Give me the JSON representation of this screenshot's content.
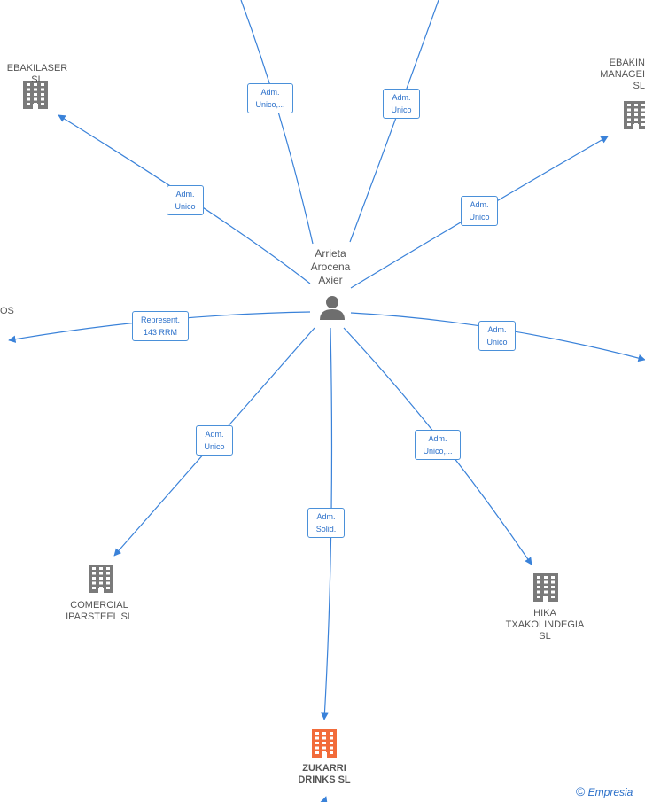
{
  "colors": {
    "edge": "#3a82d9",
    "building": "#7a7a7a",
    "building_main": "#f26b3a",
    "person": "#6e6e6e"
  },
  "center": {
    "name": "Arrieta\nArocena\nAxier",
    "icon": "person-icon"
  },
  "nodes": [
    {
      "id": "ebakilaser",
      "label": "EBAKILASER SL",
      "icon": "building-icon"
    },
    {
      "id": "ebakin",
      "label": "EBAKIN\nMANAGEI\nSL",
      "icon": "building-icon"
    },
    {
      "id": "os",
      "label": "OS",
      "icon": ""
    },
    {
      "id": "comercial",
      "label": "COMERCIAL\nIPARSTEEL SL",
      "icon": "building-icon"
    },
    {
      "id": "hika",
      "label": "HIKA\nTXAKOLINDEGIA\nSL",
      "icon": "building-icon"
    },
    {
      "id": "zukarri",
      "label": "ZUKARRI\nDRINKS SL",
      "icon": "building-icon",
      "highlight": true
    }
  ],
  "edges": [
    {
      "id": "top-left",
      "label": "Adm.\nUnico,..."
    },
    {
      "id": "top-right",
      "label": "Adm.\nUnico"
    },
    {
      "id": "ebakilaser",
      "label": "Adm.\nUnico"
    },
    {
      "id": "ebakin",
      "label": "Adm.\nUnico"
    },
    {
      "id": "os",
      "label": "Represent.\n143 RRM"
    },
    {
      "id": "right",
      "label": "Adm.\nUnico"
    },
    {
      "id": "comercial",
      "label": "Adm.\nUnico"
    },
    {
      "id": "zukarri",
      "label": "Adm.\nSolid."
    },
    {
      "id": "hika",
      "label": "Adm.\nUnico,..."
    }
  ],
  "brand": {
    "symbol": "©",
    "name": "Empresia"
  }
}
